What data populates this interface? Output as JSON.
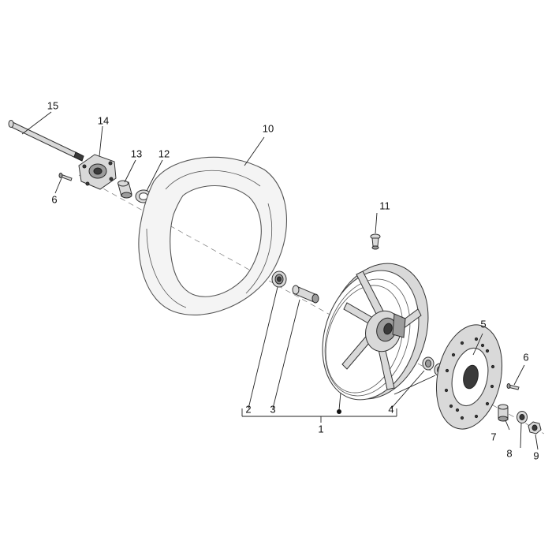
{
  "callouts": [
    {
      "id": "15",
      "text": "15"
    },
    {
      "id": "14",
      "text": "14"
    },
    {
      "id": "13",
      "text": "13"
    },
    {
      "id": "12",
      "text": "12"
    },
    {
      "id": "6a",
      "text": "6"
    },
    {
      "id": "10",
      "text": "10"
    },
    {
      "id": "11",
      "text": "11"
    },
    {
      "id": "5",
      "text": "5"
    },
    {
      "id": "6b",
      "text": "6"
    },
    {
      "id": "2",
      "text": "2"
    },
    {
      "id": "3",
      "text": "3"
    },
    {
      "id": "4",
      "text": "4"
    },
    {
      "id": "1",
      "text": "1"
    },
    {
      "id": "7",
      "text": "7"
    },
    {
      "id": "8",
      "text": "8"
    },
    {
      "id": "9",
      "text": "9"
    }
  ]
}
